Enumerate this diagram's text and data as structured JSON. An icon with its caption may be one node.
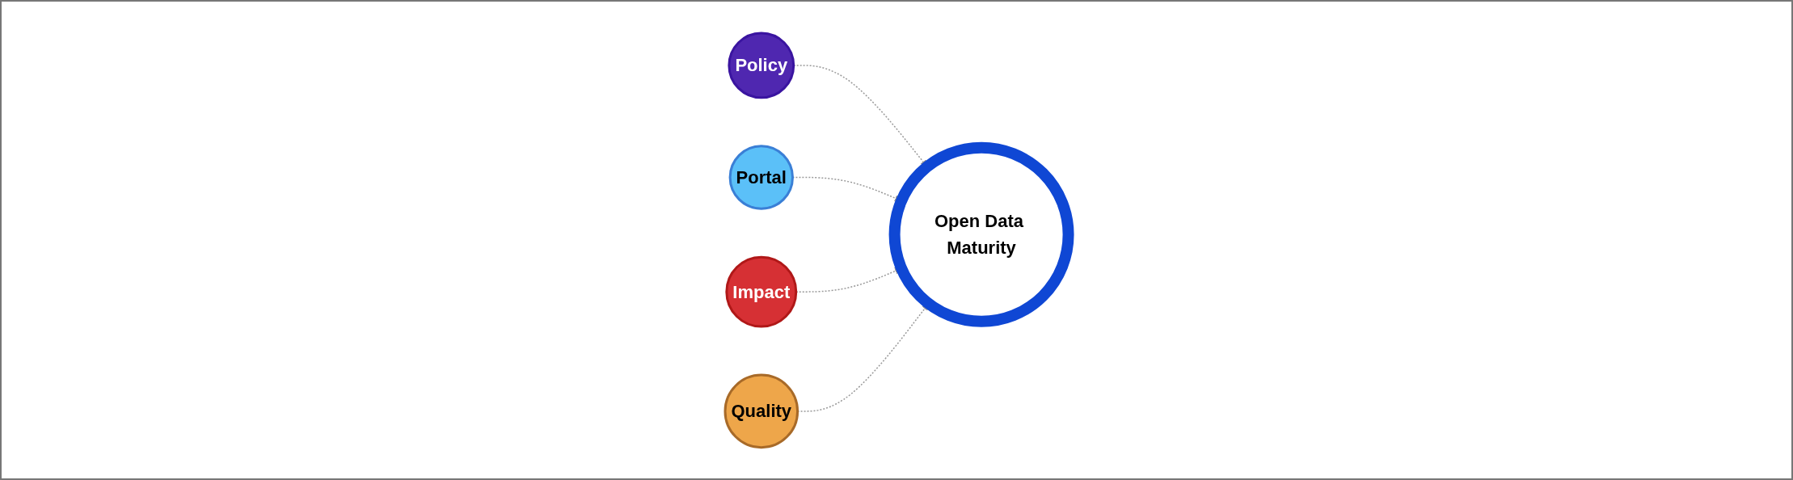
{
  "diagram": {
    "nodes": [
      {
        "text": [
          "Policy"
        ]
      },
      {
        "text": [
          "Portal"
        ]
      },
      {
        "text": [
          "Open Data Maturity"
        ]
      },
      {
        "text": [
          "Quality"
        ]
      },
      {
        "text": [
          "Impact"
        ]
      }
    ],
    "edges": [
      {
        "from": 0,
        "to": 2,
        "arrow": "to",
        "style": "dashed"
      },
      {
        "from": 1,
        "to": 2,
        "arrow": "to",
        "style": "dashed"
      },
      {
        "from": 4,
        "to": 2,
        "arrow": "to",
        "style": "dashed"
      },
      {
        "from": 3,
        "to": 2,
        "arrow": "to",
        "style": "dashed"
      }
    ]
  }
}
